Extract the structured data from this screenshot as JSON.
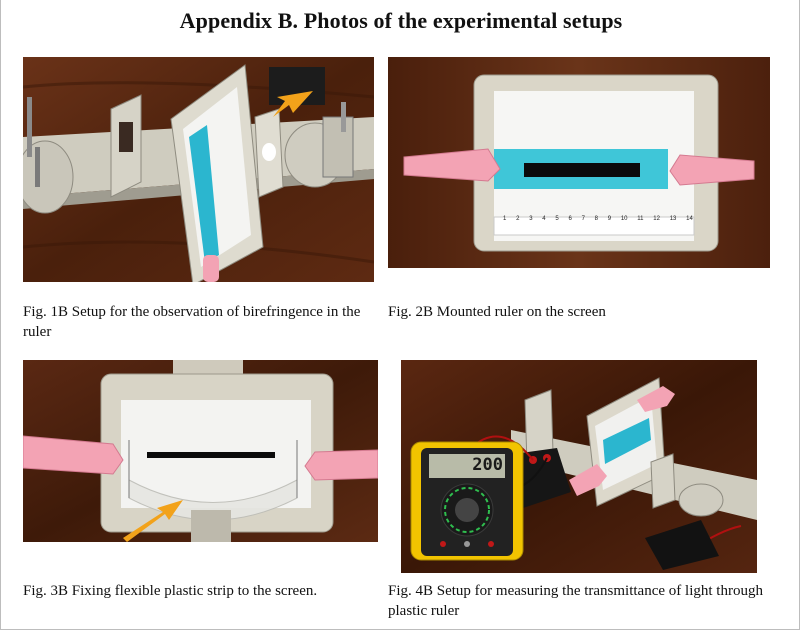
{
  "title": "Appendix B. Photos of the experimental setups",
  "figures": [
    {
      "caption": "Fig. 1B Setup for the observation of birefringence in the ruler"
    },
    {
      "caption": "Fig. 2B Mounted ruler on the screen"
    },
    {
      "caption": "Fig. 3B Fixing flexible plastic strip to the screen."
    },
    {
      "caption": "Fig. 4B Setup for measuring the transmittance of light through plastic ruler"
    }
  ],
  "ruler_ticks": [
    "1",
    "2",
    "3",
    "4",
    "5",
    "6",
    "7",
    "8",
    "9",
    "10",
    "11",
    "12",
    "13",
    "14"
  ],
  "meter_display": "200",
  "colors": {
    "wood": "#5a2a14",
    "wood_dark": "#3a1808",
    "plastic": "#d8d5c8",
    "screen": "#f2f2f0",
    "clip_pink": "#f3a3b4",
    "ruler_cyan": "#3fc6d8",
    "meter_yellow": "#f2c400",
    "arrow_orange": "#f2a21a"
  }
}
